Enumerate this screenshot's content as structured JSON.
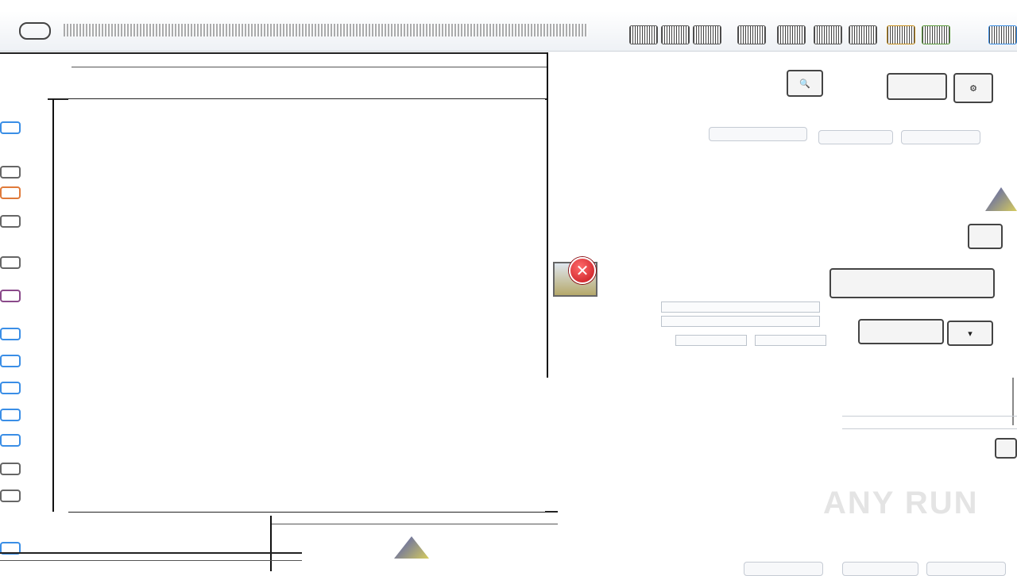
{
  "window": {
    "type": "explorer-with-error-dialog",
    "state": "rendering-corrupted"
  },
  "toolbar": {
    "address_text": "",
    "icons": [
      "view-icon",
      "copy-icon",
      "paste-icon",
      "cut-icon",
      "rename-icon",
      "delete-icon",
      "properties-icon",
      "open-icon",
      "share-icon",
      "refresh-icon",
      "folder-icon"
    ]
  },
  "nav_pane": {
    "items": [
      {
        "icon": "favorites-icon",
        "label": ""
      },
      {
        "icon": "desktop-icon",
        "label": ""
      },
      {
        "icon": "downloads-icon",
        "label": ""
      },
      {
        "icon": "recent-icon",
        "label": ""
      },
      {
        "icon": "libraries-icon",
        "label": ""
      },
      {
        "icon": "documents-icon",
        "label": ""
      },
      {
        "icon": "music-icon",
        "label": ""
      },
      {
        "icon": "pictures-icon",
        "label": ""
      },
      {
        "icon": "videos-icon",
        "label": ""
      },
      {
        "icon": "computer-icon",
        "label": ""
      },
      {
        "icon": "drive-icon",
        "label": ""
      },
      {
        "icon": "drive-icon",
        "label": ""
      },
      {
        "icon": "network-icon",
        "label": ""
      },
      {
        "icon": "network-icon",
        "label": ""
      }
    ]
  },
  "dialog": {
    "header_buttons": [
      {
        "icon": "search-icon",
        "label": ""
      },
      {
        "label": ""
      },
      {
        "icon": "settings-icon",
        "label": ""
      }
    ],
    "tabs": [
      "",
      "",
      ""
    ],
    "lines": [
      "",
      "",
      ""
    ],
    "section_label": "",
    "error_icon": "error-icon",
    "action_button": "",
    "fields": [
      "",
      "",
      "",
      ""
    ],
    "secondary_button": "",
    "link_text": ""
  },
  "watermark": "ANY RUN",
  "colors": {
    "accent_blue": "#3a8ee6",
    "error_red": "#c4151c",
    "link_blue": "#1a5fb4"
  }
}
